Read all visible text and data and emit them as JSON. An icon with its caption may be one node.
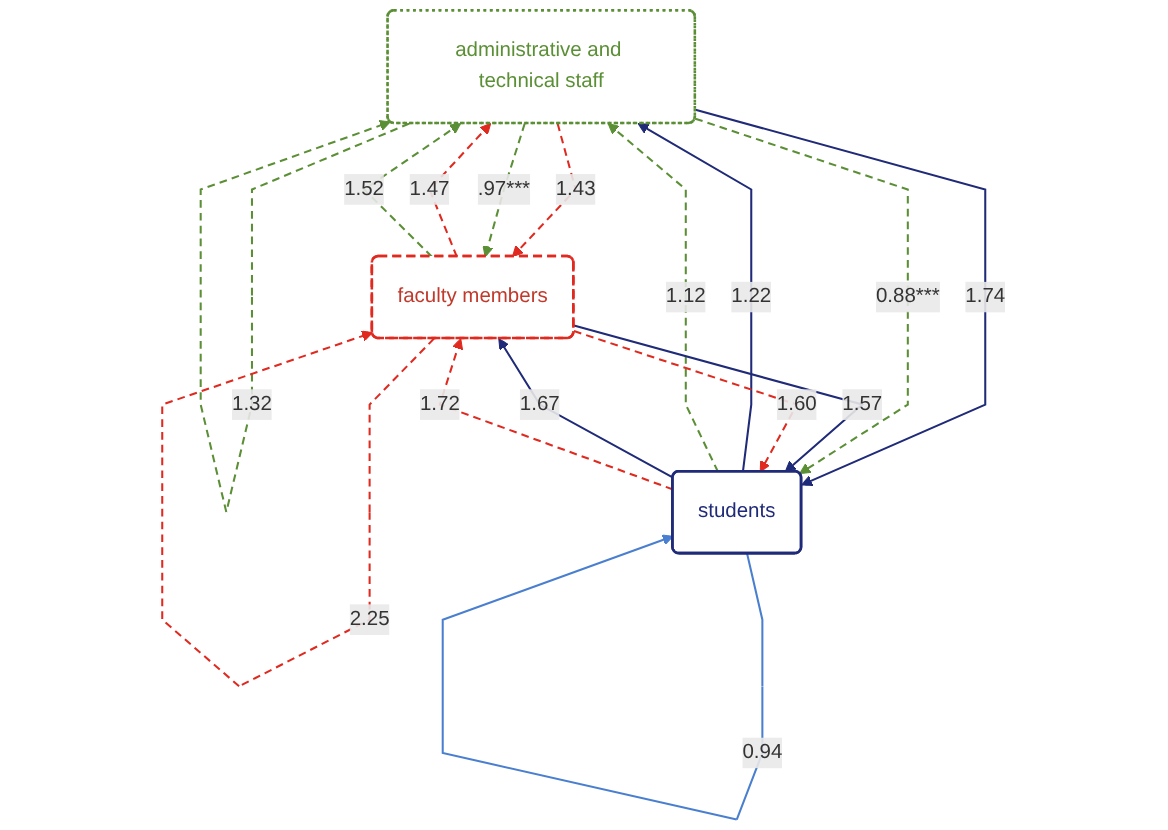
{
  "diagram": {
    "nodes": [
      {
        "text": [
          "administrative and technical staff"
        ]
      },
      {
        "text": [
          "faculty members"
        ]
      },
      {
        "text": [
          "students"
        ]
      }
    ],
    "edges": [
      {
        "from": 0,
        "to": 0,
        "arrow": "to",
        "label": "1.32",
        "style": "dashed",
        "color": "#5b8f35"
      },
      {
        "from": 1,
        "to": 0,
        "arrow": "to",
        "label": "1.47",
        "style": "dashed",
        "color": "#e0291f"
      },
      {
        "from": 1,
        "to": 0,
        "arrow": "to",
        "label": "1.52",
        "style": "dashed",
        "color": "#5b8f35"
      },
      {
        "from": 0,
        "to": 1,
        "arrow": "to",
        "label": "1.43",
        "style": "dashed",
        "color": "#e0291f"
      },
      {
        "from": 0,
        "to": 1,
        "arrow": "to",
        "label": ".97***",
        "style": "dashed",
        "color": "#5b8f35"
      },
      {
        "from": 0,
        "to": 2,
        "arrow": "to",
        "label": "1.74",
        "color": "#1f2a78"
      },
      {
        "from": 0,
        "to": 2,
        "arrow": "to",
        "label": "0.88***",
        "style": "dashed",
        "color": "#5b8f35"
      },
      {
        "from": 2,
        "to": 0,
        "arrow": "to",
        "label": "1.22",
        "color": "#1f2a78"
      },
      {
        "from": 2,
        "to": 0,
        "arrow": "to",
        "label": "1.12",
        "style": "dashed",
        "color": "#5b8f35"
      },
      {
        "from": 1,
        "to": 2,
        "arrow": "to",
        "label": "1.57",
        "color": "#1f2a78"
      },
      {
        "from": 1,
        "to": 2,
        "arrow": "to",
        "label": "1.60",
        "style": "dashed",
        "color": "#e0291f"
      },
      {
        "from": 2,
        "to": 1,
        "arrow": "to",
        "label": "1.67",
        "color": "#1f2a78"
      },
      {
        "from": 2,
        "to": 1,
        "arrow": "to",
        "label": "1.72",
        "style": "dashed",
        "color": "#e0291f"
      },
      {
        "from": 1,
        "to": 1,
        "arrow": "to",
        "label": "2.25",
        "style": "dashed",
        "color": "#e0291f"
      },
      {
        "from": 2,
        "to": 2,
        "arrow": "to",
        "label": "0.94",
        "color": "#4a7fd0"
      }
    ]
  }
}
